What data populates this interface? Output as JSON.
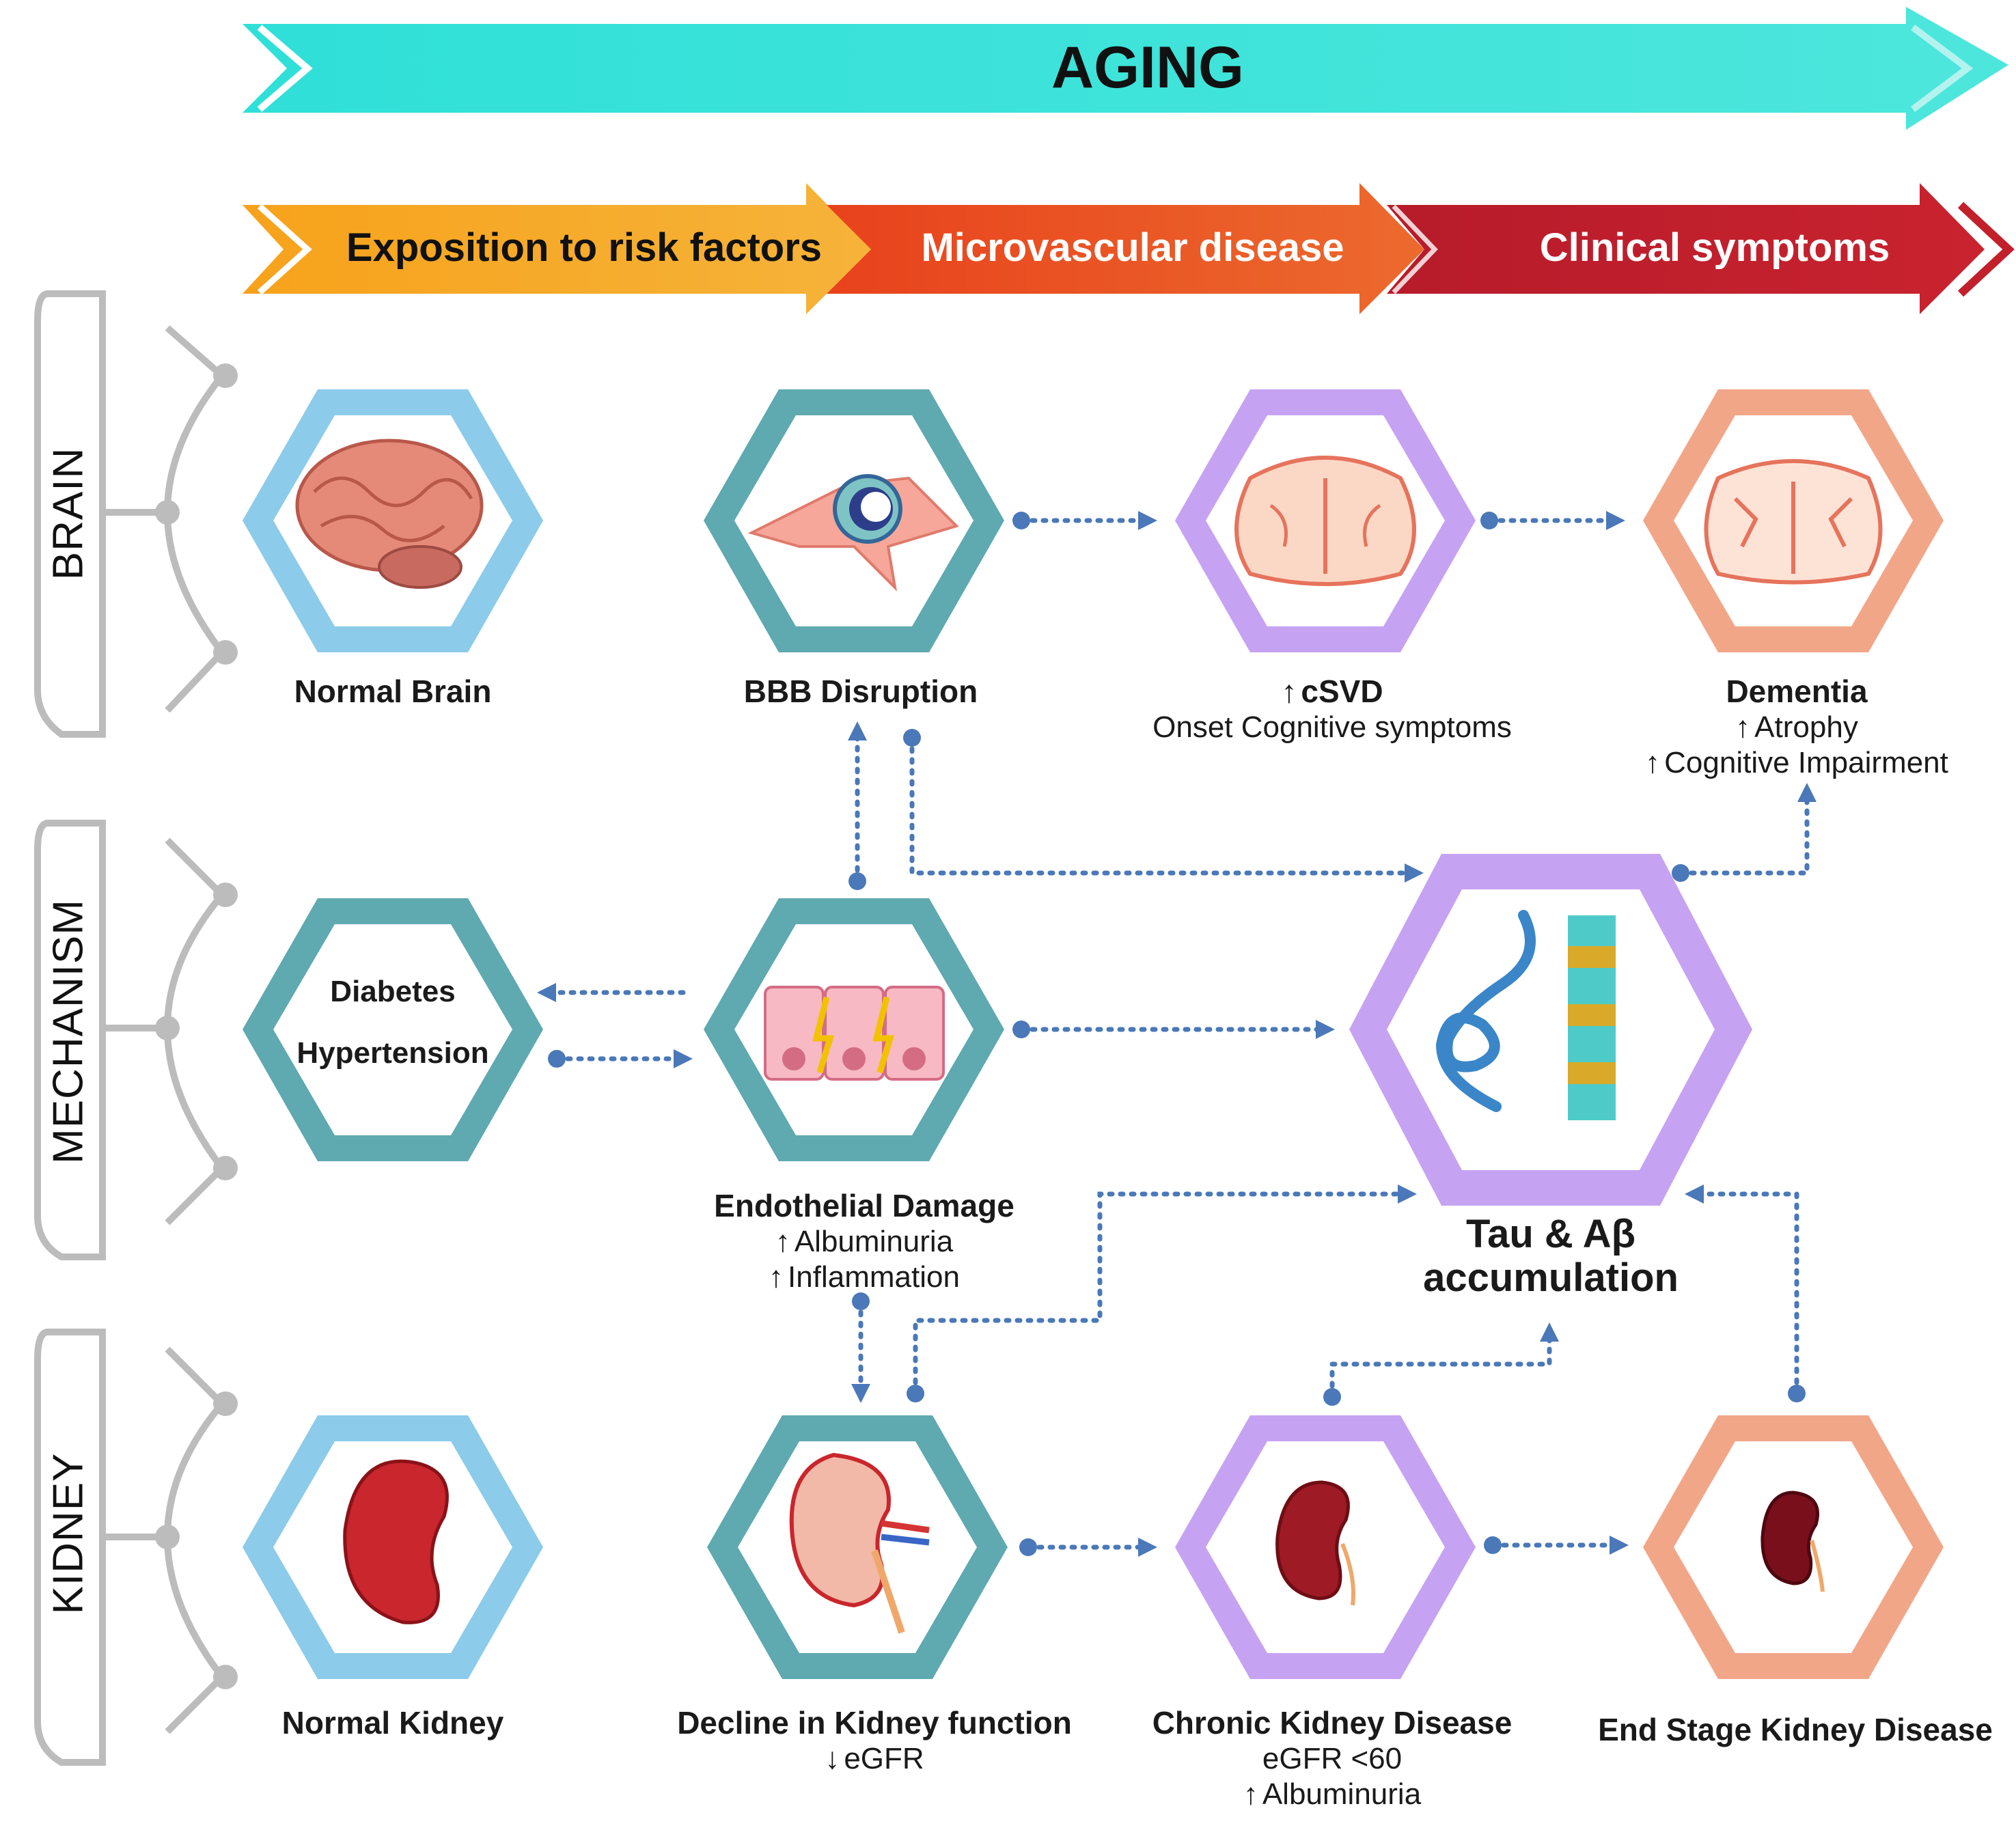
{
  "banner": {
    "title": "AGING"
  },
  "stages": [
    {
      "label": "Exposition to risk factors",
      "color": "#f6a623"
    },
    {
      "label": "Microvascular disease",
      "color": "#e8501f"
    },
    {
      "label": "Clinical symptoms",
      "color": "#c2202b"
    }
  ],
  "rows": {
    "brain": "BRAIN",
    "mechanism": "MECHANISM",
    "kidney": "KIDNEY"
  },
  "brain": {
    "normal": {
      "title": "Normal Brain"
    },
    "bbb": {
      "title": "BBB Disruption"
    },
    "csvd": {
      "title": "cSVD",
      "sub": "Onset Cognitive symptoms"
    },
    "dementia": {
      "title": "Dementia",
      "line1": "Atrophy",
      "line2": "Cognitive Impairment"
    }
  },
  "mechanism": {
    "risk": {
      "line1": "Diabetes",
      "line2": "Hypertension"
    },
    "endothelial": {
      "title": "Endothelial Damage",
      "line1": "Albuminuria",
      "line2": "Inflammation"
    },
    "tau": {
      "line1": "Tau & Aβ",
      "line2": "accumulation"
    }
  },
  "kidney": {
    "normal": {
      "title": "Normal Kidney"
    },
    "decline": {
      "title": "Decline in Kidney function",
      "sub": "eGFR"
    },
    "ckd": {
      "title": "Chronic Kidney Disease",
      "sub": "eGFR <60",
      "line2": "Albuminuria"
    },
    "eskd": {
      "title": "End Stage Kidney Disease"
    }
  },
  "arrows": {
    "up": "↑",
    "down": "↓"
  },
  "colors": {
    "teal_banner": "#3ee0d8",
    "blue_hex": "#8ccbea",
    "teal_hex": "#5fa9b0",
    "purple_hex": "#c6a2f2",
    "salmon_hex": "#f2a688",
    "connector": "#4a78b8"
  }
}
